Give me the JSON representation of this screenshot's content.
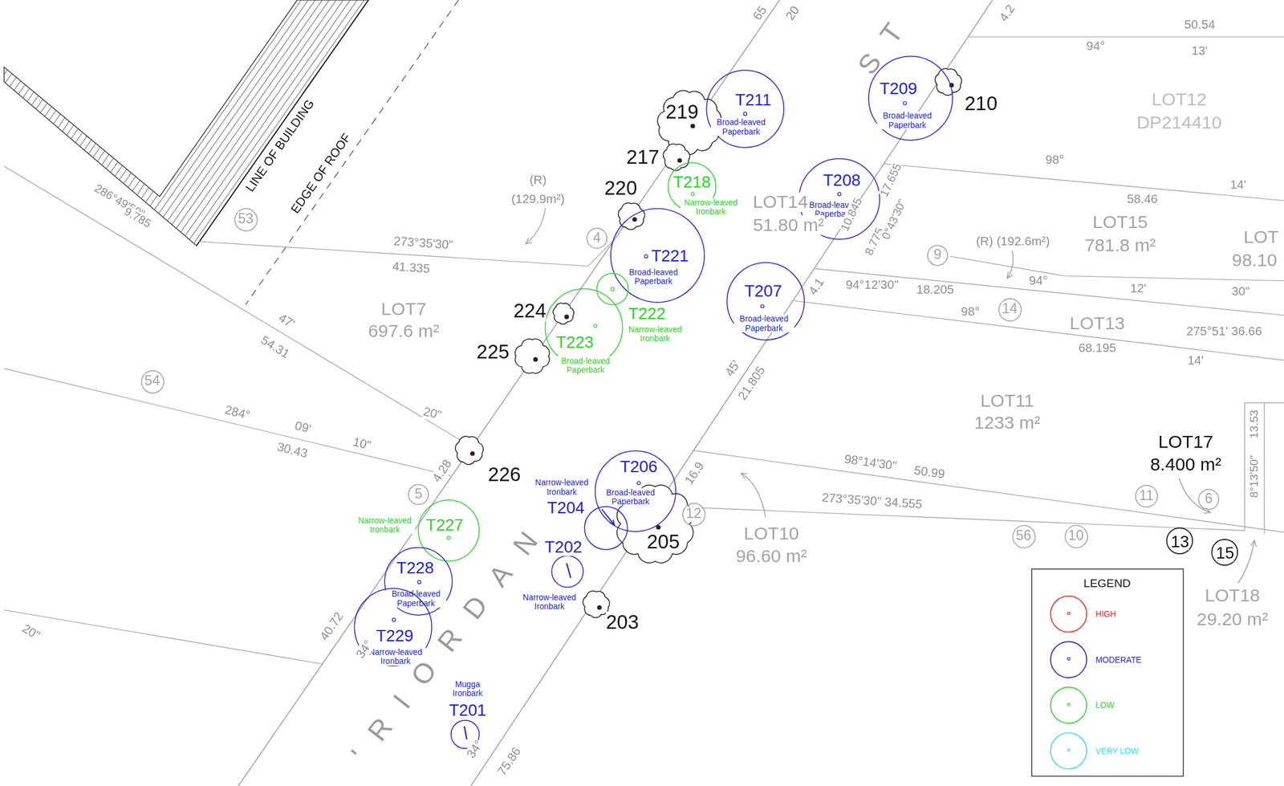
{
  "diagram": {
    "nodes": [
      {
        "text": [
          "T211",
          "Broad-leaved Paperbark"
        ]
      },
      {
        "text": [
          "T209",
          "Broad-leaved Paperbark"
        ]
      },
      {
        "text": [
          "T218",
          "Narrow-leaved Ironbark"
        ]
      },
      {
        "text": [
          "T208",
          "Broad-leaved Paperbark"
        ]
      },
      {
        "text": [
          "53"
        ]
      },
      {
        "text": [
          "4"
        ]
      },
      {
        "text": [
          "T221",
          "Broad-leaved Paperbark"
        ]
      },
      {
        "text": [
          "9"
        ]
      },
      {
        "text": [
          "T222",
          "Narrow-leaved Ironbark"
        ]
      },
      {
        "text": [
          "T207",
          "Broad-leaved Paperbark"
        ]
      },
      {
        "text": [
          "14"
        ]
      },
      {
        "text": [
          "T223",
          "Broad-leaved Paperbark"
        ]
      },
      {
        "text": [
          "54"
        ]
      },
      {
        "text": [
          "T206",
          "Broad-leaved Paperbark"
        ]
      },
      {
        "text": [
          "5"
        ]
      },
      {
        "text": [
          "11"
        ]
      },
      {
        "text": [
          "6"
        ]
      },
      {
        "text": [
          "T204",
          "Narrow-leaved Ironbark"
        ]
      },
      {
        "text": [
          "12"
        ]
      },
      {
        "text": [
          "T227",
          "Narrow-leaved Ironbark"
        ]
      },
      {
        "text": [
          "56"
        ]
      },
      {
        "text": [
          "10"
        ]
      },
      {
        "text": [
          "13"
        ]
      },
      {
        "text": [
          "15"
        ]
      },
      {
        "text": [
          "T202",
          "Narrow-leaved Ironbark"
        ]
      },
      {
        "text": [
          "T228",
          "Broad-leaved Paperbark"
        ]
      },
      {
        "text": [
          "T229",
          "Narrow-leaved Ironbark"
        ]
      },
      {
        "text": [
          "T201",
          "Mugga Ironbark"
        ]
      }
    ],
    "labels": [
      "LINE OF BUILDING",
      "EDGE OF ROOF",
      "286°49'50\"",
      "9.785",
      "(R)",
      "(129.9m²)",
      "273°35'30\"",
      "41.335",
      "LOT7",
      "697.6 m²",
      "47'",
      "54.31",
      "284°",
      "09'",
      "10\"",
      "30.43",
      "20\"",
      "4.28",
      "40.72",
      "34°",
      "20\"",
      "34°",
      "75.86",
      "65",
      "20",
      "'RIORDAN",
      "ST",
      "4.2",
      "94°",
      "50.54",
      "13'",
      "LOT12",
      "DP214410",
      "210",
      "219",
      "217",
      "220",
      "98°",
      "58.46",
      "14'",
      "LOT14",
      "51.80 m²",
      "LOT15",
      "781.8 m²",
      "LOT",
      "98.10",
      "(R) (192.6m²)",
      "10.845",
      "8.775",
      "0°43'30\"",
      "17.655",
      "94°",
      "12'",
      "30\"",
      "94°12'30\"",
      "18.205",
      "4.1",
      "98°",
      "LOT13",
      "275°51' 36.66",
      "68.195",
      "14'",
      "224",
      "225",
      "45'",
      "21.805",
      "LOT11",
      "1233 m²",
      "LOT17",
      "8.400 m²",
      "8°13'50\"",
      "13.53",
      "98°14'30\"",
      "50.99",
      "226",
      "16.9",
      "273°35'30\" 34.555",
      "205",
      "LOT10",
      "96.60 m²",
      "LOT18",
      "29.20 m²",
      "203",
      "LEGEND"
    ],
    "legend": [
      {
        "text": "HIGH",
        "color": "#ff2020"
      },
      {
        "text": "MODERATE",
        "color": "#1f1fe0"
      },
      {
        "text": "LOW",
        "color": "#2ad42a"
      },
      {
        "text": "VERY LOW",
        "color": "#29e3e8"
      }
    ]
  }
}
